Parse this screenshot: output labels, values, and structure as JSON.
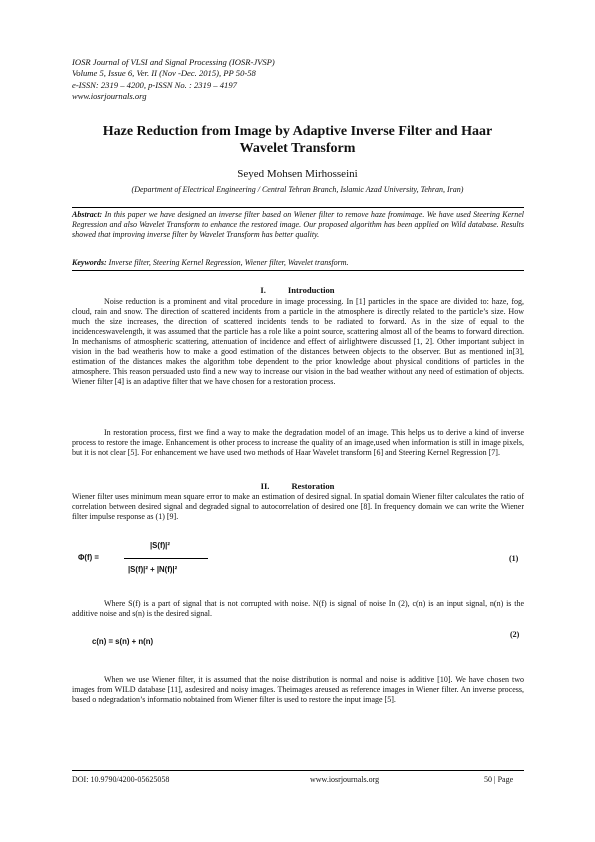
{
  "journal": {
    "name": "IOSR Journal of VLSI and Signal Processing (IOSR-JVSP)",
    "volume": "Volume 5, Issue 6, Ver. II (Nov -Dec. 2015), PP 50-58",
    "issn": "e-ISSN: 2319 – 4200, p-ISSN No. : 2319 – 4197",
    "website": "www.iosrjournals.org"
  },
  "paper": {
    "title_line1": "Haze Reduction from Image by Adaptive Inverse Filter and Haar",
    "title_line2": "Wavelet Transform",
    "author": "Seyed Mohsen Mirhosseini",
    "affiliation": "(Department of Electrical Engineering / Central Tehran Branch, Islamic Azad University, Tehran, Iran)"
  },
  "abstract": {
    "label": "Abstract:",
    "text": "In this paper we have designed an inverse filter based on Wiener filter to remove haze fromimage. We have used Steering Kernel Regression and also Wavelet Transform to enhance the restored image. Our proposed algorithm has been applied on Wild database. Results showed that improving inverse filter by Wavelet Transform has better quality."
  },
  "keywords": {
    "label": "Keywords:",
    "text": "Inverse filter, Steering Kernel Regression, Wiener filter, Wavelet transform."
  },
  "sections": {
    "intro": {
      "number": "I.",
      "title": "Introduction"
    },
    "restoration": {
      "number": "II.",
      "title": "Restoration"
    }
  },
  "body": {
    "intro_p1": "Noise reduction is a prominent and vital procedure in image processing. In [1] particles in the space are divided to: haze, fog, cloud, rain and snow. The direction of scattered incidents from a particle in the atmosphere is directly related to the particle’s size. How much the size increases, the direction of scattered incidents tends to be radiated to forward. As in the size of equal to the incidenceswavelength, it was assumed that the particle has a role like a point source, scattering almost all of the beams to forward direction. In mechanisms of atmospheric scattering, attenuation of incidence and effect of airlightwere discussed [1, 2]. Other important subject in vision in the bad weatheris how to make a good estimation of the distances between objects to the observer. But as mentioned in[3], estimation of the distances makes the algorithm tobe dependent to the prior knowledge about physical conditions of particles in the atmosphere. This reason persuaded usto find a new way to increase our vision in the bad weather without any need of estimation of objects. Wiener filter [4] is an adaptive filter that we have chosen for a restoration process.",
    "intro_p2": "In restoration process, first we find a way to make the degradation model of an image. This helps us to derive a kind of inverse process to restore the image. Enhancement is other process to increase the quality of an image,used when information is still in image pixels, but it is not clear [5]. For enhancement we have used two methods of Haar Wavelet transform [6] and Steering Kernel Regression [7].",
    "rest_p1": "Wiener filter uses minimum mean square error to make an estimation of desired signal. In spatial domain Wiener filter calculates the ratio of correlation between desired signal and degraded signal to autocorrelation of desired one [8]. In frequency domain we can write the Wiener filter impulse response as (1) [9].",
    "rest_p2": "Where S(f) is a part of signal that is not corrupted with noise. N(f) is signal of noise In (2), c(n) is an input signal, n(n) is the additive noise and s(n) is the desired signal.",
    "rest_p3": "When we use Wiener filter, it is assumed that the noise distribution is normal and noise is additive [10]. We have chosen two images from WILD database [11], asdesired and noisy images. Theimages areused as reference images in Wiener filter. An inverse process, based o ndegradation’s informatio nobtained from Wiener filter is used to restore the input image [5]."
  },
  "equations": {
    "eq1_lhs": "Φ(f) =",
    "eq1_num": "|S(f)|²",
    "eq1_den": "|S(f)|² + |N(f)|²",
    "eq1_label": "(1)",
    "eq2": "c(n) = s(n) + n(n)",
    "eq2_label": "(2)"
  },
  "footer": {
    "doi": "DOI: 10.9790/4200-05625058",
    "site": "www.iosrjournals.org",
    "page": "50 | Page"
  }
}
